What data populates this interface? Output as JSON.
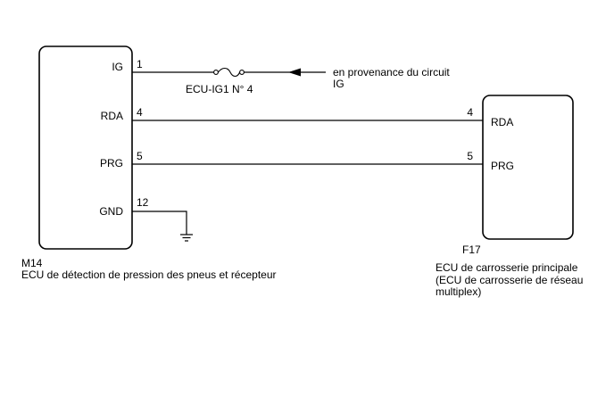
{
  "left_unit": {
    "connector": "M14",
    "name": "ECU de détection de pression des pneus et récepteur",
    "pins": [
      {
        "label": "IG",
        "number": "1"
      },
      {
        "label": "RDA",
        "number": "4"
      },
      {
        "label": "PRG",
        "number": "5"
      },
      {
        "label": "GND",
        "number": "12"
      }
    ]
  },
  "right_unit": {
    "connector": "F17",
    "name_line1": "ECU de carrosserie principale",
    "name_line2": "(ECU de carrosserie de réseau",
    "name_line3": "multiplex)",
    "pins": [
      {
        "label": "RDA",
        "number": "4"
      },
      {
        "label": "PRG",
        "number": "5"
      }
    ]
  },
  "fuse": {
    "label": "ECU-IG1 N° 4"
  },
  "source": {
    "line1": "en provenance du circuit",
    "line2": "IG"
  },
  "ground": {
    "icon": "ground-icon"
  },
  "colors": {
    "line": "#000000",
    "background": "#ffffff"
  }
}
